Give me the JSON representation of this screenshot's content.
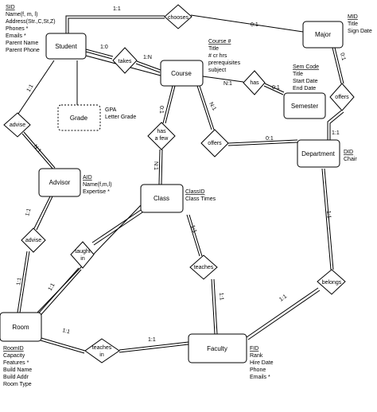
{
  "entities": {
    "student": "Student",
    "course": "Course",
    "major": "Major",
    "semester": "Semester",
    "department": "Department",
    "grade": "Grade",
    "advisor": "Advisor",
    "class": "Class",
    "room": "Room",
    "faculty": "Faculty"
  },
  "relationships": {
    "chooses": "chooses",
    "takes": "takes",
    "has": "has",
    "offers_major": "offers",
    "offers_dept": "offers",
    "advise_top": "advise",
    "advise_bottom": "advise",
    "has_a_few_1": "has",
    "has_a_few_2": "a few",
    "taught_in_1": "taught",
    "taught_in_2": "in",
    "teaches": "teaches",
    "teaches_in_1": "teaches",
    "teaches_in_2": "in",
    "belongs": "belongs"
  },
  "attributes": {
    "student": [
      "SID",
      "Name(f, m, l)",
      "Address(Str.,C,St,Z)",
      "Phones *",
      "Emails *",
      "Parent Name",
      "Parent Phone"
    ],
    "course": [
      "Course #",
      "Title",
      "# cr hrs",
      "prerequisites",
      "subject"
    ],
    "major": [
      "MID",
      "Title",
      "Sign Date"
    ],
    "semester": [
      "Sem Code",
      "Title",
      "Start Date",
      "End Date"
    ],
    "department": [
      "DID",
      "Chair"
    ],
    "grade": [
      "GPA",
      "Letter Grade"
    ],
    "advisor": [
      "AID",
      "Name(f,m,l)",
      "Expertise *"
    ],
    "class": [
      "ClassID",
      "Class Times"
    ],
    "room": [
      "RoomID",
      "Capacity",
      "Features *",
      "Build Name",
      "Build Addr",
      "Room Type"
    ],
    "faculty": [
      "FID",
      "Rank",
      "Hire Date",
      "Phone",
      "Emails *"
    ]
  },
  "cardinalities": {
    "chooses_student": "1:1",
    "chooses_major": "0:1",
    "takes_student": "1:0",
    "takes_course": "1:N",
    "has_course": "N:1",
    "has_semester": "0:1",
    "offers_course": "N:1",
    "offers_dept": "0:1",
    "major_offers": "0:1",
    "offers_dept_major": "1:1",
    "student_advise": "1:1",
    "advise_advisor": "N:1",
    "course_hasafew": "0:1",
    "hasafew_class": "N:1",
    "advisor_advise": "1:1",
    "advise_room": "1:1",
    "class_teaches": "1:1",
    "teaches_faculty": "1:1",
    "dept_belongs": "1:1",
    "belongs_faculty": "1:1",
    "room_teachesin": "1:1",
    "teachesin_faculty": "1:1",
    "room_taughtin": "1:1"
  }
}
